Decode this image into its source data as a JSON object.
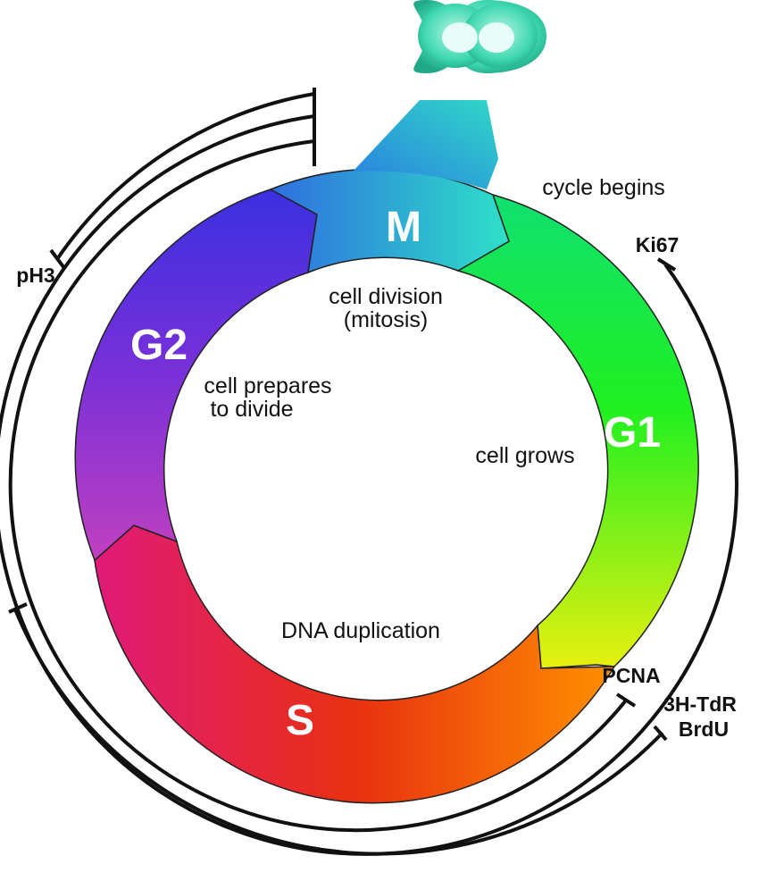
{
  "phases": {
    "m": {
      "label": "M",
      "description": [
        "cell division",
        "(mitosis)"
      ]
    },
    "g1": {
      "label": "G1",
      "description": [
        "cell grows"
      ]
    },
    "s": {
      "label": "S",
      "description": [
        "DNA duplication"
      ]
    },
    "g2": {
      "label": "G2",
      "description": [
        "cell prepares",
        "to divide"
      ]
    }
  },
  "annotations": {
    "cycle_begins": "cycle begins"
  },
  "markers": {
    "ki67": "Ki67",
    "ph3": "pH3",
    "pcna": "PCNA",
    "thymidine": "3H-TdR",
    "brdu": "BrdU"
  },
  "colors": {
    "m": [
      "#2f6fe0",
      "#2ee0c8"
    ],
    "g1": [
      "#10e070",
      "#20f020",
      "#e8f010"
    ],
    "s": [
      "#ff9000",
      "#e83010",
      "#e01a7a"
    ],
    "g2": [
      "#c040c0",
      "#7a30d8",
      "#3a30e0"
    ],
    "daughter_cell": [
      "#1fc9a0",
      "#b8f5e6"
    ]
  }
}
